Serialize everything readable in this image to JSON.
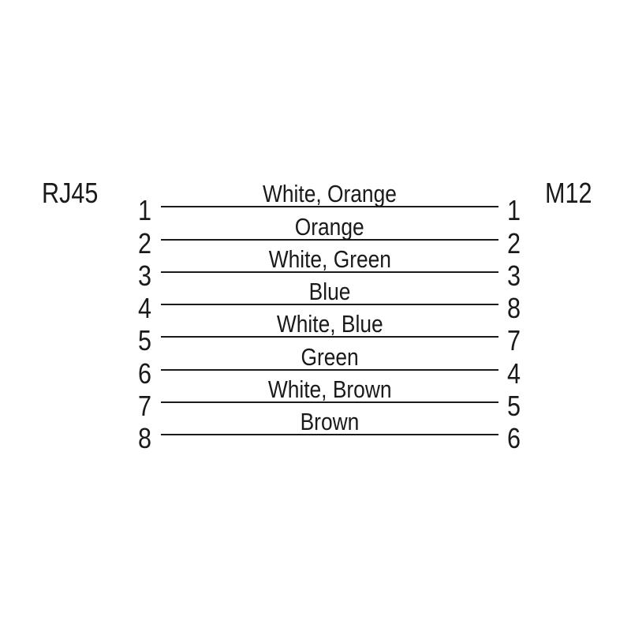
{
  "diagram": {
    "left_connector_label": "RJ45",
    "right_connector_label": "M12",
    "rows": [
      {
        "left_pin": "1",
        "wire_color": "White, Orange",
        "right_pin": "1"
      },
      {
        "left_pin": "2",
        "wire_color": "Orange",
        "right_pin": "2"
      },
      {
        "left_pin": "3",
        "wire_color": "White, Green",
        "right_pin": "3"
      },
      {
        "left_pin": "4",
        "wire_color": "Blue",
        "right_pin": "8"
      },
      {
        "left_pin": "5",
        "wire_color": "White, Blue",
        "right_pin": "7"
      },
      {
        "left_pin": "6",
        "wire_color": "Green",
        "right_pin": "4"
      },
      {
        "left_pin": "7",
        "wire_color": "White, Brown",
        "right_pin": "5"
      },
      {
        "left_pin": "8",
        "wire_color": "Brown",
        "right_pin": "6"
      }
    ],
    "colors": {
      "line": "#1a1a1a",
      "text": "#1a1a1a",
      "background": "#ffffff"
    }
  }
}
